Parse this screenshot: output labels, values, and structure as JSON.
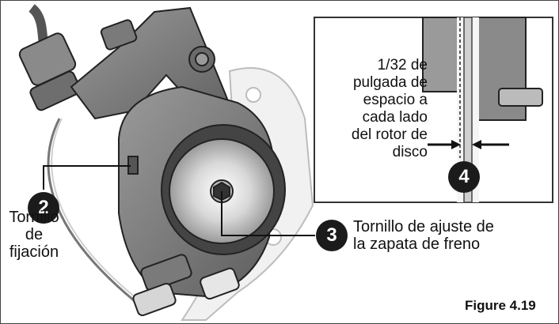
{
  "callouts": {
    "two": {
      "number": "2",
      "lines": [
        "Tornillo",
        "de fijación"
      ]
    },
    "three": {
      "number": "3",
      "lines": [
        "Tornillo de ajuste de",
        "la zapata de freno"
      ]
    },
    "four": {
      "number": "4"
    }
  },
  "inset": {
    "lines": [
      "1/32 de",
      "pulgada de",
      "espacio a",
      "cada lado",
      "del rotor de",
      "disco"
    ]
  },
  "figure_label": "Figure 4.19",
  "colors": {
    "caliper": "#7b7b7b",
    "caliper_dark": "#4a4a4a",
    "rotor": "#e6e6e6",
    "callout": "#1b1b1b"
  }
}
